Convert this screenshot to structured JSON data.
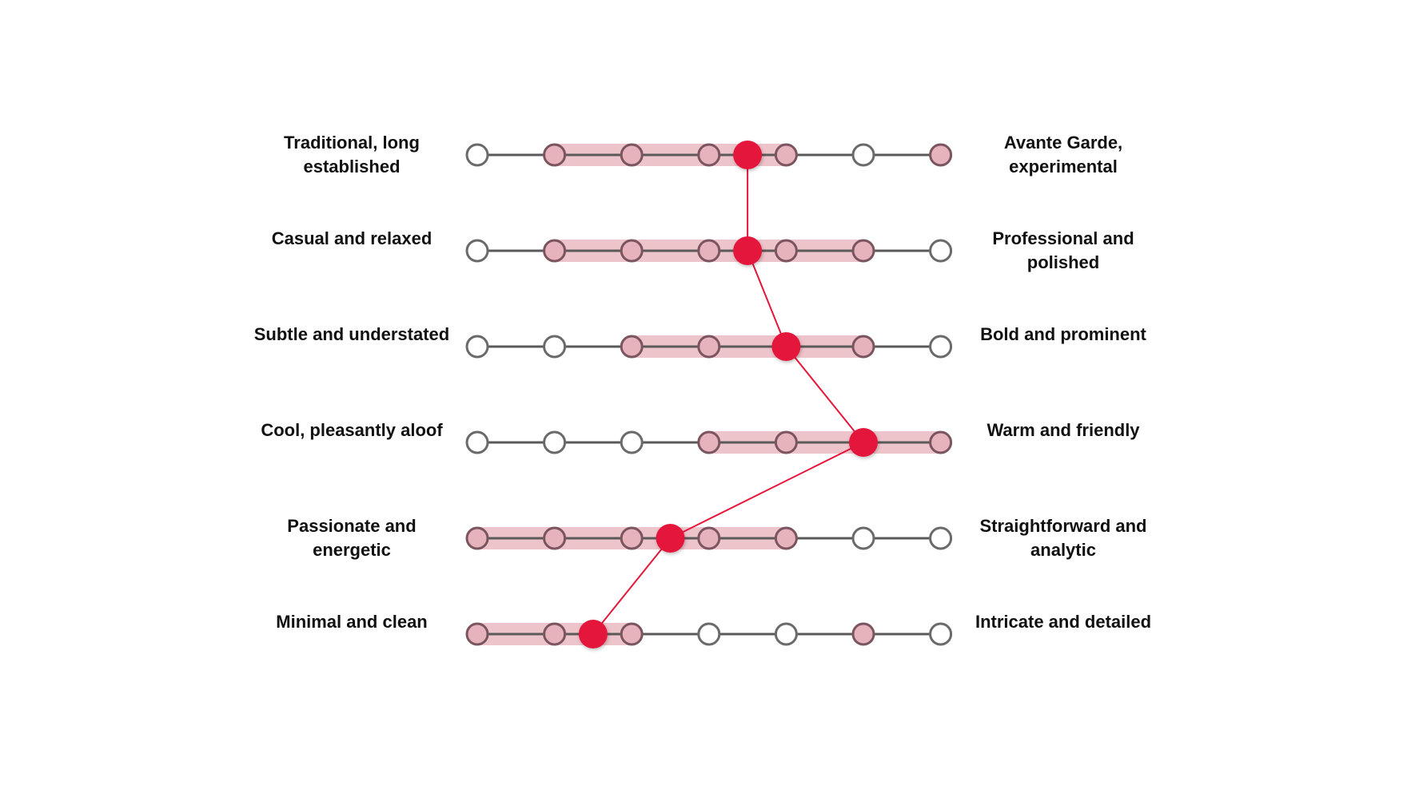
{
  "scale": {
    "steps": 7,
    "colors": {
      "track_line": "#5a5a5a",
      "range_highlight": "#eec4cb",
      "dot_in_range_fill": "#e6b3bc",
      "dot_in_range_stroke": "#7a5560",
      "dot_empty_fill": "#ffffff",
      "dot_empty_stroke": "#6a6a6a",
      "marker": "#e4173a",
      "connector": "#e4173a"
    }
  },
  "rows": [
    {
      "left_label": "Traditional, long established",
      "right_label": "Avante Garde, experimental",
      "range": [
        1,
        4
      ],
      "marked_steps": [
        1,
        2,
        3,
        4,
        6
      ],
      "value": 3.5
    },
    {
      "left_label": "Casual and relaxed",
      "right_label": "Professional and polished",
      "range": [
        1,
        5
      ],
      "marked_steps": [
        1,
        2,
        3,
        4,
        5
      ],
      "value": 3.5
    },
    {
      "left_label": "Subtle and understated",
      "right_label": "Bold and prominent",
      "range": [
        2,
        5
      ],
      "marked_steps": [
        2,
        3,
        4,
        5
      ],
      "value": 4
    },
    {
      "left_label": "Cool, pleasantly aloof",
      "right_label": "Warm and friendly",
      "range": [
        3,
        6
      ],
      "marked_steps": [
        3,
        4,
        5,
        6
      ],
      "value": 5
    },
    {
      "left_label": "Passionate and energetic",
      "right_label": "Straightforward and analytic",
      "range": [
        0,
        4
      ],
      "marked_steps": [
        0,
        1,
        2,
        3,
        4
      ],
      "value": 2.5
    },
    {
      "left_label": "Minimal and clean",
      "right_label": "Intricate and detailed",
      "range": [
        0,
        2
      ],
      "marked_steps": [
        0,
        1,
        2,
        5
      ],
      "value": 1.5
    }
  ]
}
